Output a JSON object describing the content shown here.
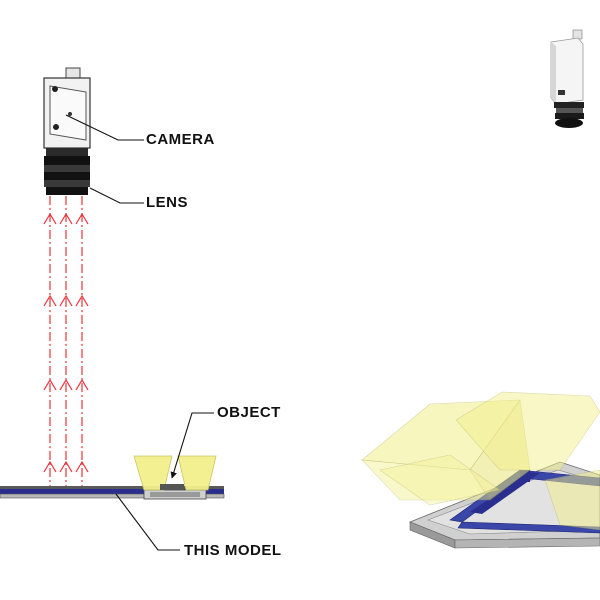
{
  "labels": {
    "camera": "CAMERA",
    "lens": "LENS",
    "object": "OBJECT",
    "this_model": "THIS MODEL"
  },
  "colors": {
    "ray": "#e8323c",
    "plate": "#2a2f8f",
    "light_cone": "#f2f08c",
    "camera_body": "#f0f0f0",
    "lens_ring": "#1c1c1c"
  },
  "icons": {
    "camera": "camera-icon",
    "lens": "lens-icon",
    "object": "object-icon"
  }
}
